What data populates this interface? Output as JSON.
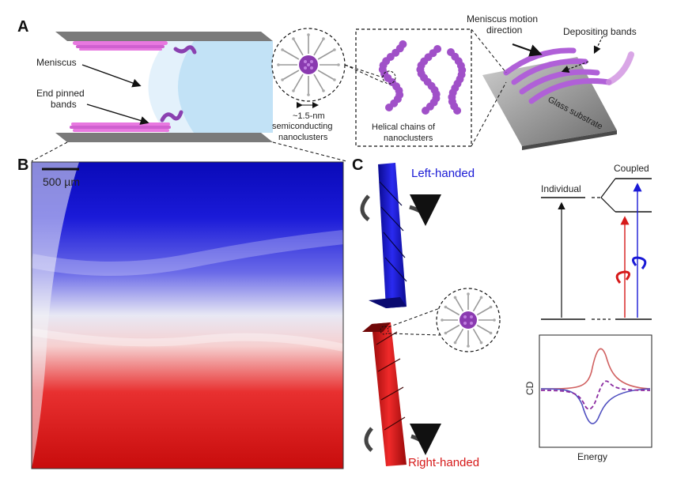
{
  "panel_a": {
    "letter": "A",
    "labels": {
      "meniscus": "Meniscus",
      "end_pinned_1": "End pinned",
      "end_pinned_2": "bands",
      "size_1": "~1.5-nm",
      "size_2": "semiconducting",
      "size_3": "nanoclusters",
      "helical_1": "Helical chains of",
      "helical_2": "nanoclusters",
      "motion_1": "Meniscus motion",
      "motion_2": "direction",
      "depositing": "Depositing bands",
      "substrate": "Glass substrate"
    }
  },
  "panel_b": {
    "letter": "B",
    "scale_bar": "500 µm"
  },
  "panel_c": {
    "letter": "C",
    "left_handed": "Left-handed",
    "right_handed": "Right-handed",
    "individual": "Individual",
    "coupled": "Coupled",
    "cd_axis": "CD",
    "energy_axis": "Energy"
  },
  "colors": {
    "blue": "#1a1ad6",
    "red": "#d61a1a",
    "purple": "#a040c8",
    "pink": "#e878e0",
    "light_blue": "#bfe0f5",
    "gray": "#8a8a8a"
  }
}
